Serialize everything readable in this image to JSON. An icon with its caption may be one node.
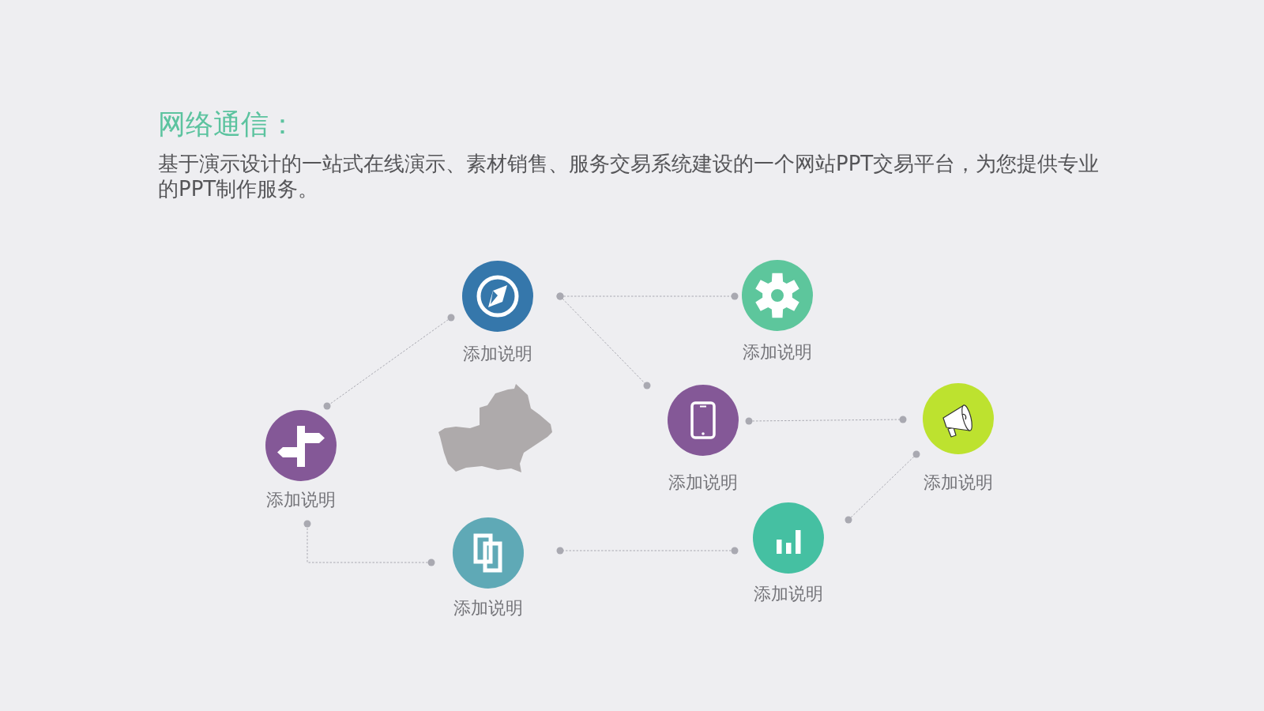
{
  "diagram": {
    "title": "网络通信：",
    "nodes": [
      {
        "text": [
          "添加说明"
        ]
      },
      {
        "text": [
          "添加说明"
        ]
      },
      {
        "text": [
          "添加说明"
        ]
      },
      {
        "text": [
          "添加说明"
        ]
      },
      {
        "text": [
          "添加说明"
        ]
      },
      {
        "text": [
          "添加说明"
        ]
      },
      {
        "text": [
          "添加说明"
        ]
      }
    ],
    "edges": [
      {
        "from": 0,
        "to": 2,
        "arrow": "other",
        "style": "dashed"
      },
      {
        "from": 0,
        "to": 1,
        "arrow": "other",
        "style": "dashed"
      },
      {
        "from": 0,
        "to": 3,
        "arrow": "other",
        "style": "dashed"
      },
      {
        "from": 3,
        "to": 4,
        "arrow": "other",
        "style": "dashed"
      },
      {
        "from": 4,
        "to": 6,
        "arrow": "other",
        "style": "dashed"
      },
      {
        "from": 6,
        "to": 5,
        "arrow": "other",
        "style": "dashed"
      },
      {
        "from": 5,
        "to": 2,
        "arrow": "other",
        "style": "dashed"
      }
    ],
    "labels": [
      "基于演示设计的一站式在线演示、素材销售、服务交易系统建设的一个网站PPT交易平台，为您提供专业的PPT制作服务。"
    ]
  }
}
